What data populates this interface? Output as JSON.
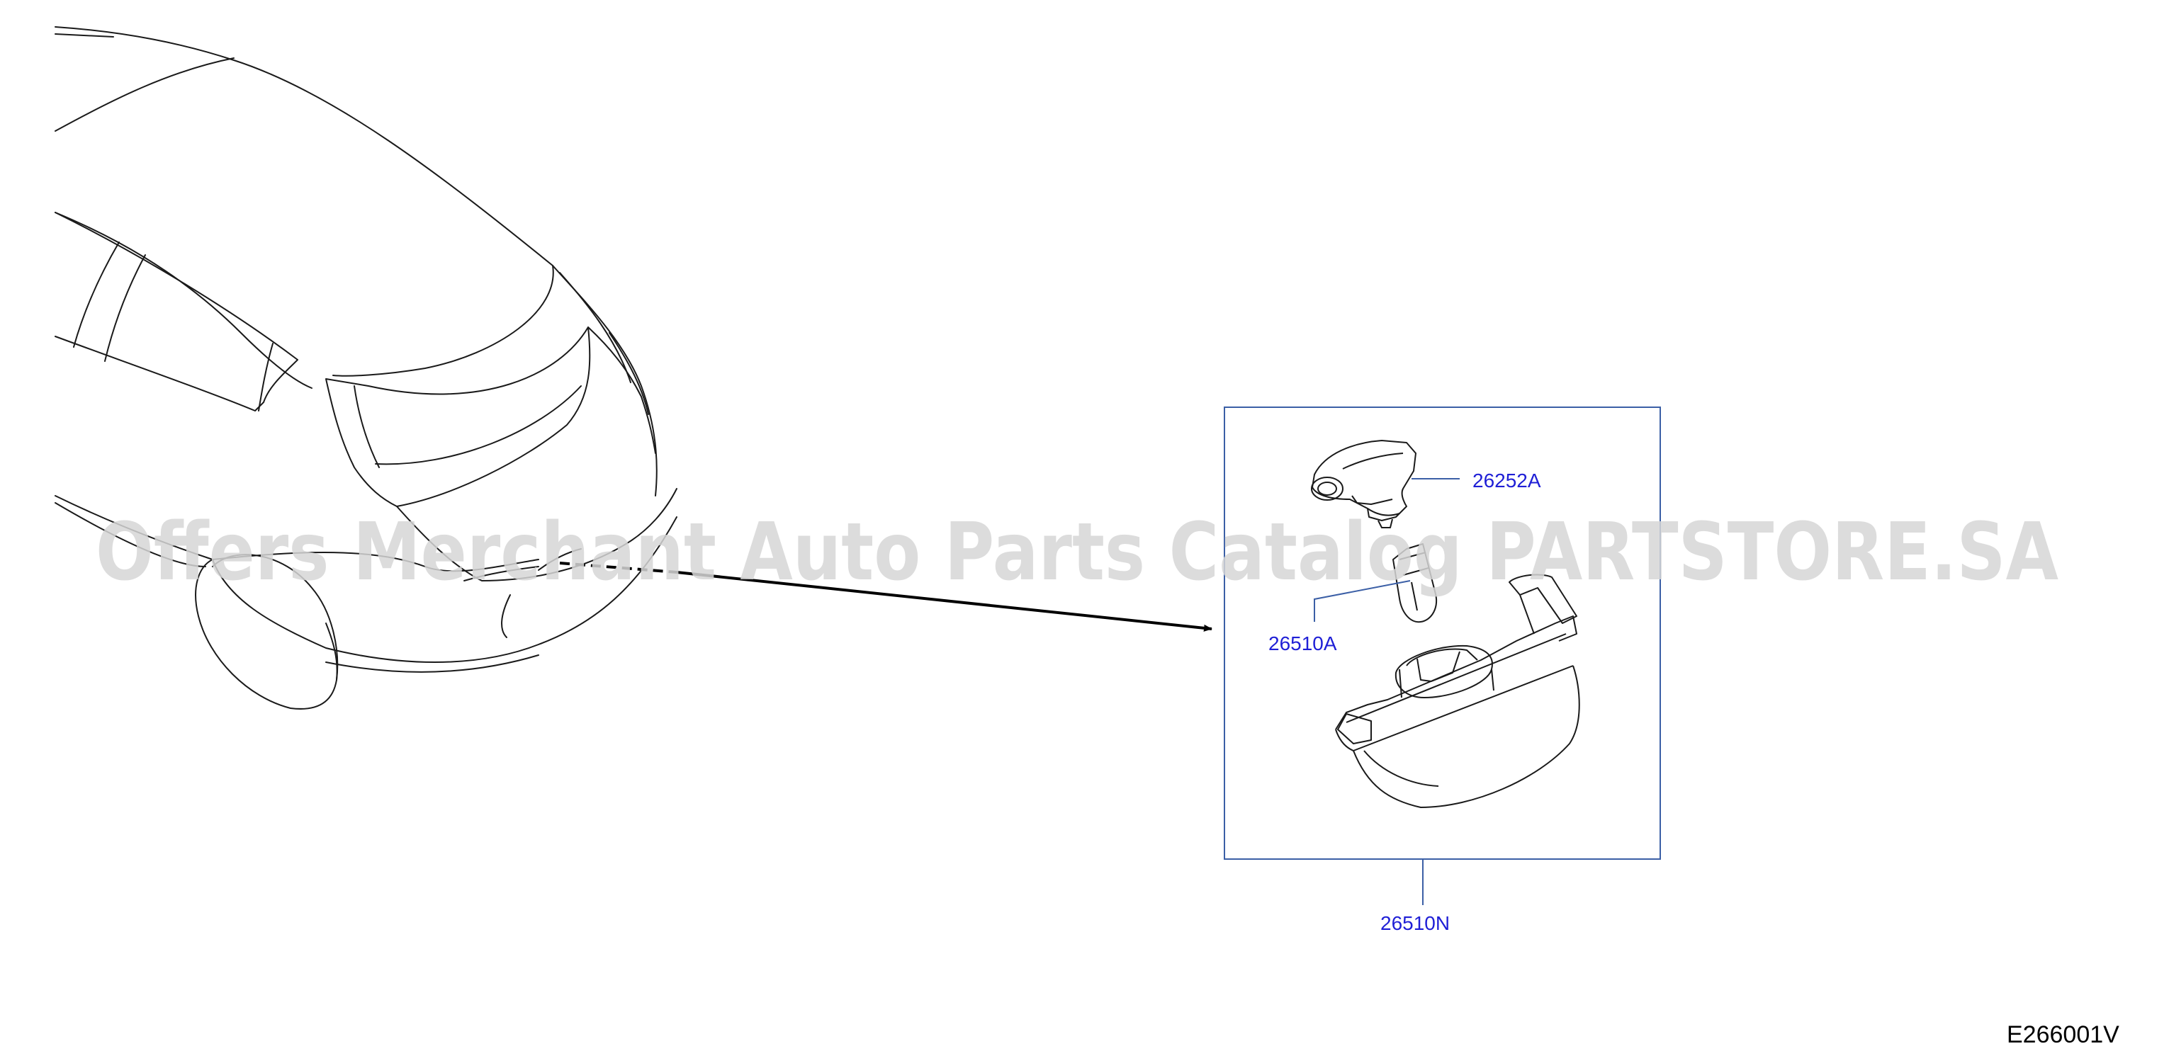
{
  "diagram": {
    "reference_code": "E266001V",
    "watermark": "Offers Merchant Auto Parts Catalog PARTSTORE.SA",
    "parts": [
      {
        "code": "26252A",
        "depicts": "bulb socket"
      },
      {
        "code": "26510A",
        "depicts": "bulb"
      },
      {
        "code": "26510N",
        "depicts": "license plate lamp assembly"
      }
    ],
    "colors": {
      "line": "#1a1a1a",
      "label": "#1f1fd6",
      "callout": "#3b5fa6",
      "watermark": "#d9d9d9"
    }
  }
}
